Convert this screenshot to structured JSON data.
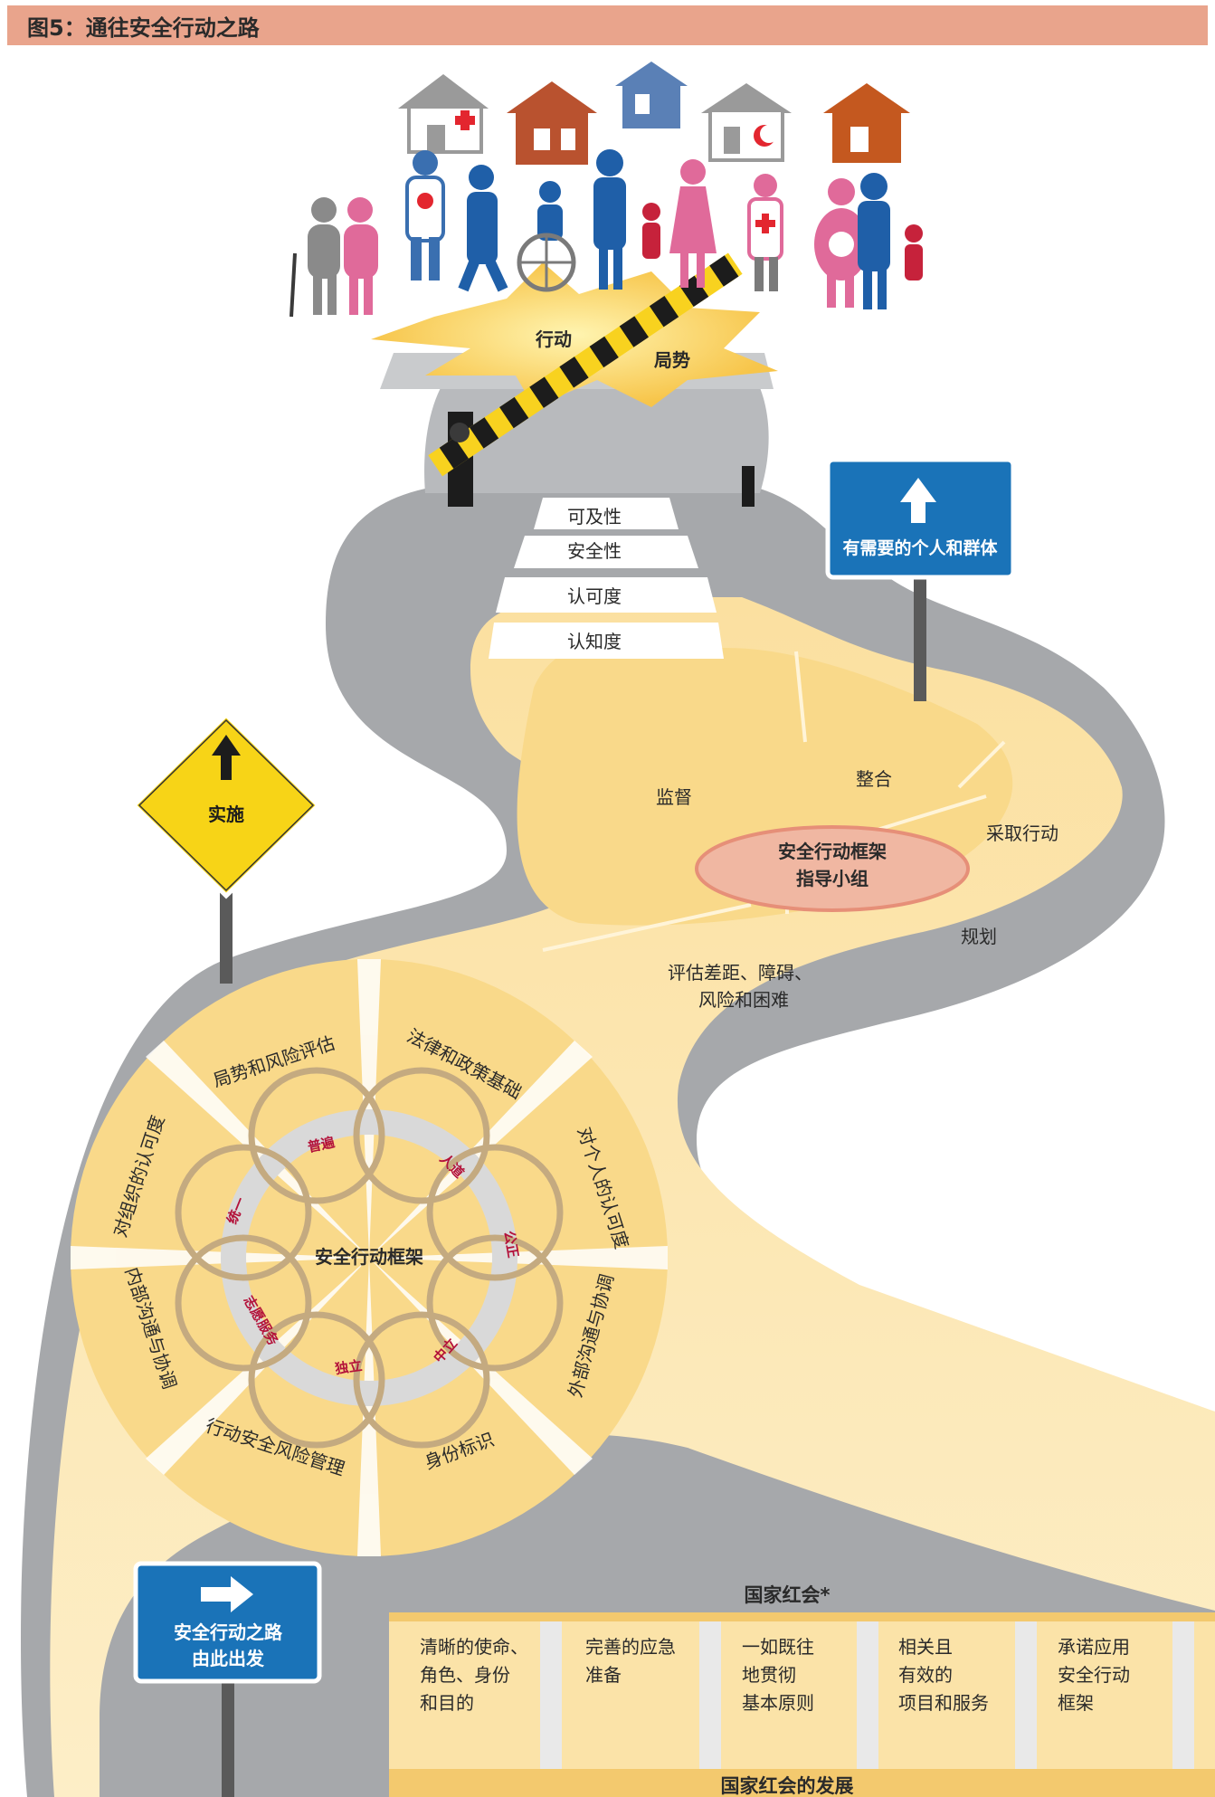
{
  "figure": {
    "title": "图5：通往安全行动之路"
  },
  "colors": {
    "header_bg": "#e9a48c",
    "road": "#a6a8ab",
    "road_edge": "#8e9094",
    "pale_yellow": "#fbe3a8",
    "sign_blue": "#1a73b8",
    "sign_yellow": "#f7d417",
    "accent_red": "#b3123a",
    "ring": "#c4aa80"
  },
  "barrier": {
    "word1": "行动",
    "word2": "局势"
  },
  "steps": [
    "可及性",
    "安全性",
    "认可度",
    "认知度"
  ],
  "signs": {
    "needs": {
      "label": "有需要的个人和群体",
      "icon": "arrow-up-icon"
    },
    "implement": {
      "label": "实施",
      "icon": "arrow-up-icon"
    },
    "start": {
      "line1": "安全行动之路",
      "line2": "由此出发",
      "icon": "arrow-right-icon"
    }
  },
  "cycle": {
    "center_line1": "安全行动框架",
    "center_line2": "指导小组",
    "segments": [
      "监督",
      "整合",
      "采取行动",
      "规划",
      "评估差距、障碍、",
      "风险和困难"
    ]
  },
  "framework": {
    "center": "安全行动框架",
    "elements": [
      "局势和风险评估",
      "法律和政策基础",
      "对个人的认可度",
      "外部沟通与协调",
      "身份标识",
      "行动安全风险管理",
      "内部沟通与协调",
      "对组织的认可度"
    ],
    "principles": [
      "普遍",
      "人道",
      "公正",
      "中立",
      "独立",
      "志愿服务",
      "统一"
    ]
  },
  "foundation": {
    "title": "国家红会*",
    "columns": [
      [
        "清晰的使命、",
        "角色、身份",
        "和目的"
      ],
      [
        "完善的应急",
        "准备"
      ],
      [
        "一如既往",
        "地贯彻",
        "基本原则"
      ],
      [
        "相关且",
        "有效的",
        "项目和服务"
      ],
      [
        "承诺应用",
        "安全行动",
        "框架"
      ]
    ],
    "base": "国家红会的发展"
  },
  "people_icons": [
    "house-icon",
    "red-cross-icon",
    "red-crescent-icon",
    "elderly-couple-icon",
    "volunteer-icon",
    "wheelchair-icon",
    "family-icon",
    "pregnant-woman-icon"
  ]
}
